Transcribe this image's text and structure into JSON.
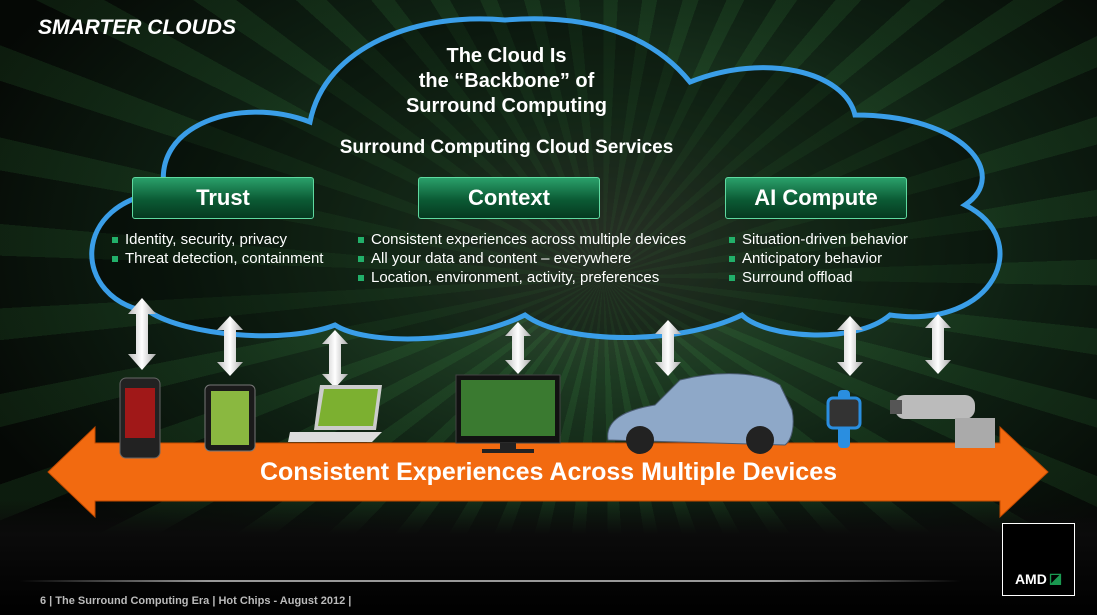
{
  "slide": {
    "title": "SMARTER CLOUDS"
  },
  "cloud": {
    "heading_lines": [
      "The Cloud Is",
      "the “Backbone” of",
      "Surround Computing"
    ],
    "subheading": "Surround Computing Cloud Services",
    "outline_color": "#3a9ee8"
  },
  "services": [
    {
      "label": "Trust",
      "bullets": [
        "Identity, security, privacy",
        "Threat detection, containment"
      ]
    },
    {
      "label": "Context",
      "bullets": [
        "Consistent experiences across multiple devices",
        "All your data and content – everywhere",
        "Location, environment, activity, preferences"
      ]
    },
    {
      "label": "AI Compute",
      "bullets": [
        "Situation-driven behavior",
        "Anticipatory behavior",
        "Surround offload"
      ]
    }
  ],
  "devices": [
    "smartphone",
    "tablet",
    "laptop",
    "tv",
    "car",
    "watch",
    "camera"
  ],
  "band": {
    "text": "Consistent Experiences Across Multiple Devices",
    "color": "#f26a10"
  },
  "footer": {
    "text": "6  | The Surround Computing Era | Hot Chips - August 2012 |",
    "logo": "AMD"
  }
}
